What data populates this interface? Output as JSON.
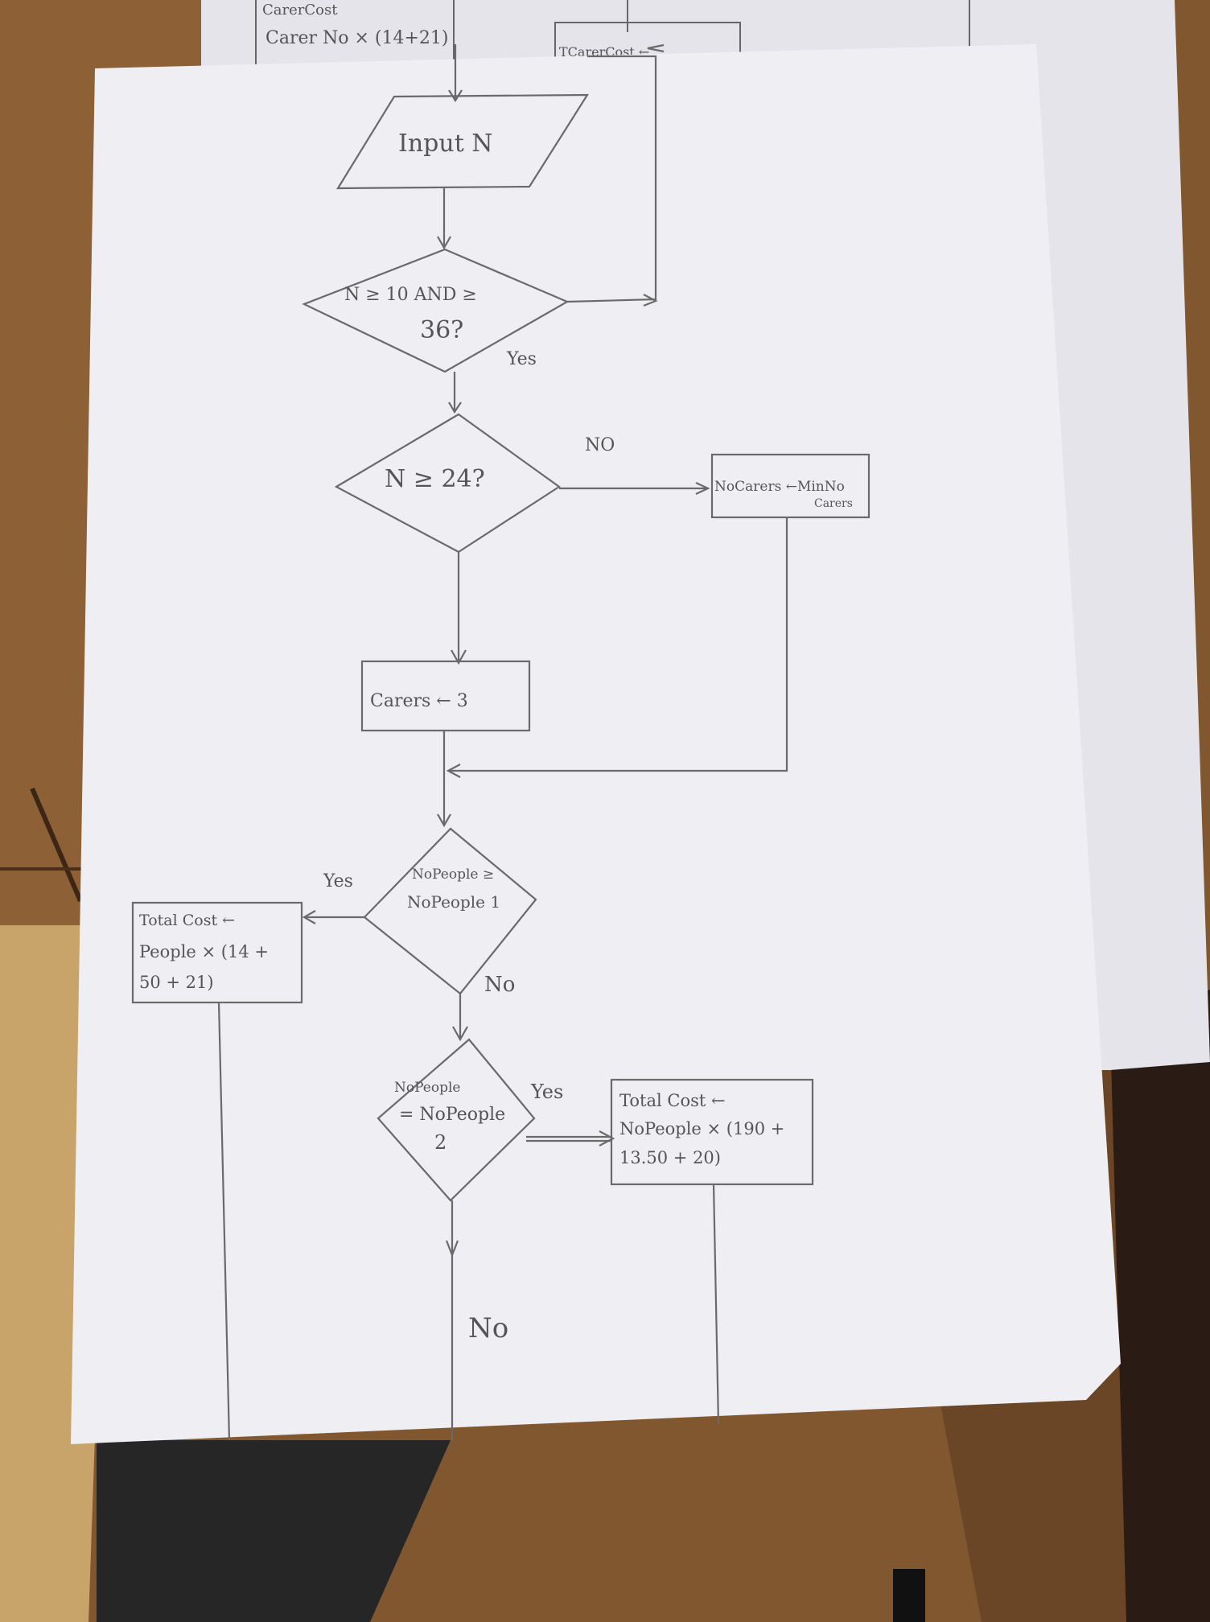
{
  "back_sheet": {
    "box_line1": "CarerCost",
    "box_line2": "Carer No × (14+21)",
    "box_right": "TCarerCost ←"
  },
  "flowchart": {
    "input": "Input N",
    "decision1": {
      "line1": "N ≥ 10 AND ≥",
      "line2": "36?",
      "yes": "Yes"
    },
    "decision2": {
      "text": "N ≥ 24?",
      "no": "NO"
    },
    "process_nocarers": {
      "line1": "NoCarers ←MinNo",
      "line2": "Carers"
    },
    "process_carers": "Carers ← 3",
    "decision3": {
      "line1": "NoPeople ≥",
      "line2": "NoPeople 1",
      "yes": "Yes",
      "no": "No"
    },
    "process_total1": {
      "line1": "Total Cost ←",
      "line2": "People × (14 +",
      "line3": "50 + 21)"
    },
    "decision4": {
      "line1": "NoPeople",
      "line2": "= NoPeople",
      "line3": "2",
      "yes": "Yes",
      "no": "No"
    },
    "process_total2": {
      "line1": "Total Cost ←",
      "line2": "NoPeople × (190 +",
      "line3": "13.50 + 20)"
    }
  }
}
